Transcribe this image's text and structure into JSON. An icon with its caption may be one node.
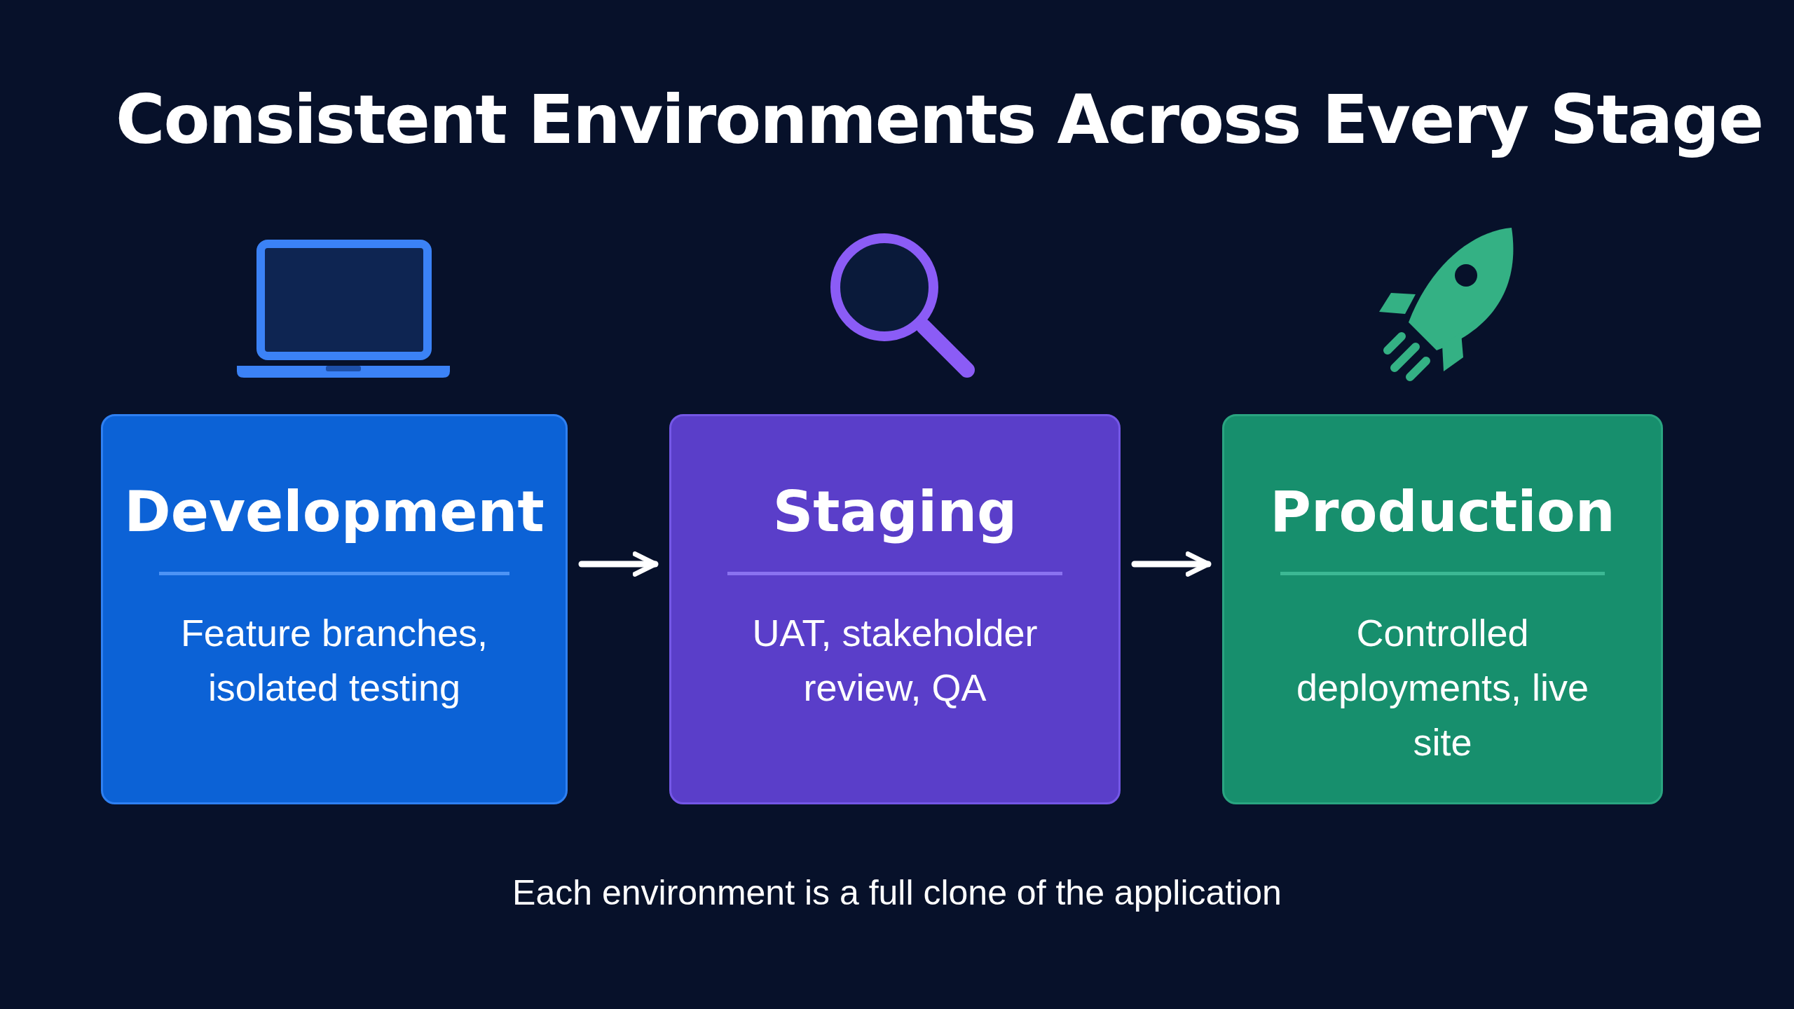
{
  "diagram": {
    "title": "Consistent Environments Across Every Stage",
    "caption": "Each environment is a full clone of the application",
    "nodes": [
      {
        "text": [
          "Development",
          "Feature branches, isolated testing"
        ]
      },
      {
        "text": [
          "Staging",
          "UAT, stakeholder review, QA"
        ]
      },
      {
        "text": [
          "Production",
          "Controlled deployments, live site"
        ]
      }
    ],
    "edges": [
      {
        "from": 0,
        "to": 1,
        "arrow": "to"
      },
      {
        "from": 1,
        "to": 2,
        "arrow": "to"
      }
    ]
  }
}
